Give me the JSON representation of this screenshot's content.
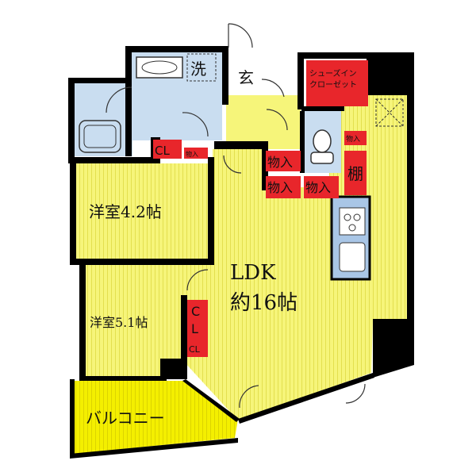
{
  "floorplan": {
    "rooms": {
      "ldk_name": "LDK",
      "ldk_size": "約16帖",
      "western_a": "洋室4.2帖",
      "western_b": "洋室5.1帖",
      "balcony": "バルコニー",
      "entrance": "玄",
      "washroom": "洗",
      "shoe_closet_line1": "シューズイン",
      "shoe_closet_line2": "クローゼット"
    },
    "storage": {
      "cl_a": "CL",
      "cl_b_top": "C",
      "cl_b_bottom": "L",
      "cl_c": "CL",
      "mono_small_a": "物入",
      "mono_small_b": "物入",
      "mono_hall_1": "物入",
      "mono_hall_2": "物入",
      "mono_hall_3": "物入",
      "shelf": "棚"
    },
    "colors": {
      "room_yellow": "#f6f57a",
      "stripe_yellow": "#e8e55a",
      "balcony_yellow": "#f4ef00",
      "wet_area_blue": "#c9ddf0",
      "storage_red": "#e8262b",
      "wall_black": "#000000",
      "kitchen_blue": "#a9c6e6"
    }
  }
}
